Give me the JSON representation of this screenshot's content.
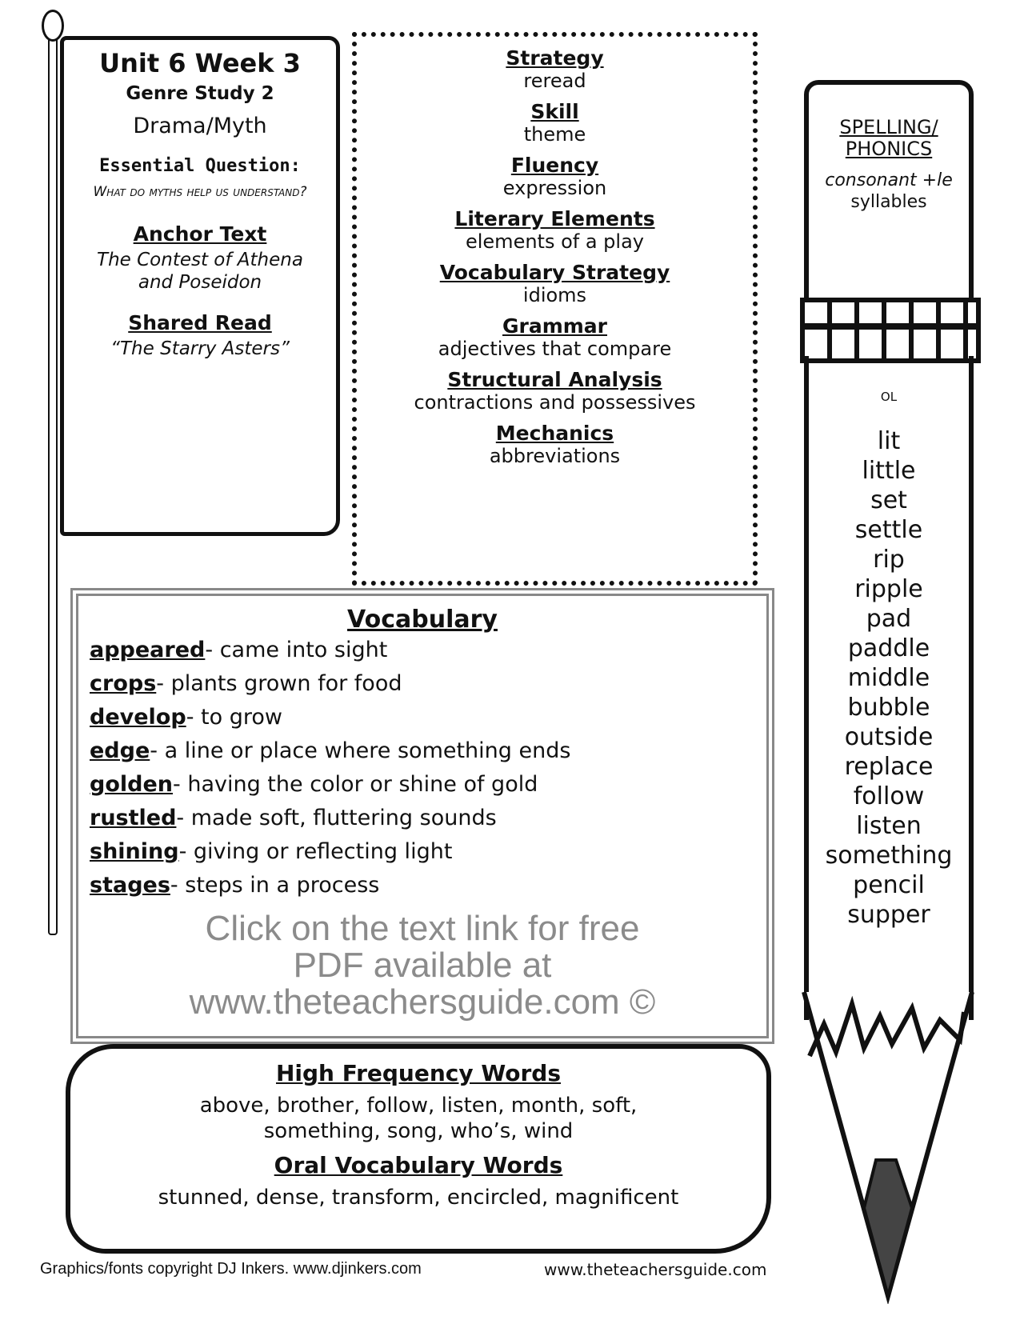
{
  "flag": {
    "title": "Unit 6 Week 3",
    "genre": "Genre Study 2",
    "genre_type": "Drama/Myth",
    "essential_question_label": "Essential Question:",
    "essential_question": "What do myths help us understand?",
    "anchor_text_label": "Anchor Text",
    "anchor_text": "The Contest of Athena and Poseidon",
    "shared_read_label": "Shared Read",
    "shared_read": "“The Starry Asters”"
  },
  "skills": [
    {
      "label": "Strategy",
      "value": "reread"
    },
    {
      "label": "Skill",
      "value": "theme"
    },
    {
      "label": "Fluency",
      "value": "expression"
    },
    {
      "label": "Literary Elements",
      "value": "elements of a play"
    },
    {
      "label": "Vocabulary Strategy",
      "value": "idioms"
    },
    {
      "label": "Grammar",
      "value": "adjectives that compare"
    },
    {
      "label": "Structural Analysis",
      "value": "contractions and possessives"
    },
    {
      "label": "Mechanics",
      "value": "abbreviations"
    }
  ],
  "vocabulary": {
    "title": "Vocabulary",
    "items": [
      {
        "word": "appeared",
        "def": "- came into sight"
      },
      {
        "word": "crops",
        "def": "- plants grown for food"
      },
      {
        "word": "develop",
        "def": "- to grow"
      },
      {
        "word": "edge",
        "def": "- a line or place where something ends"
      },
      {
        "word": "golden",
        "def": "- having the color or shine of gold"
      },
      {
        "word": "rustled",
        "def": "- made soft, fluttering sounds"
      },
      {
        "word": "shining",
        "def": "- giving or reflecting light"
      },
      {
        "word": "stages",
        "def": "- steps in a process"
      }
    ]
  },
  "high_frequency": {
    "label": "High Frequency Words",
    "words": "above, brother, follow, listen, month, soft, something, song, who’s, wind"
  },
  "oral_vocabulary": {
    "label": "Oral Vocabulary Words",
    "words": "stunned, dense, transform, encircled, magnificent"
  },
  "spelling": {
    "label_line1": "SPELLING/",
    "label_line2": "PHONICS",
    "pattern_line1": "consonant +le",
    "pattern_line2": "syllables",
    "level": "OL",
    "words": [
      "lit",
      "little",
      "set",
      "settle",
      "rip",
      "ripple",
      "pad",
      "paddle",
      "middle",
      "bubble",
      "outside",
      "replace",
      "follow",
      "listen",
      "something",
      "pencil",
      "supper"
    ]
  },
  "footer": {
    "left": "Graphics/fonts copyright DJ Inkers. www.djinkers.com",
    "right": "www.theteachersguide.com"
  },
  "watermark": {
    "line1": "Click on the text link for free",
    "line2": "PDF available at",
    "line3": "www.theteachersguide.com ©"
  }
}
